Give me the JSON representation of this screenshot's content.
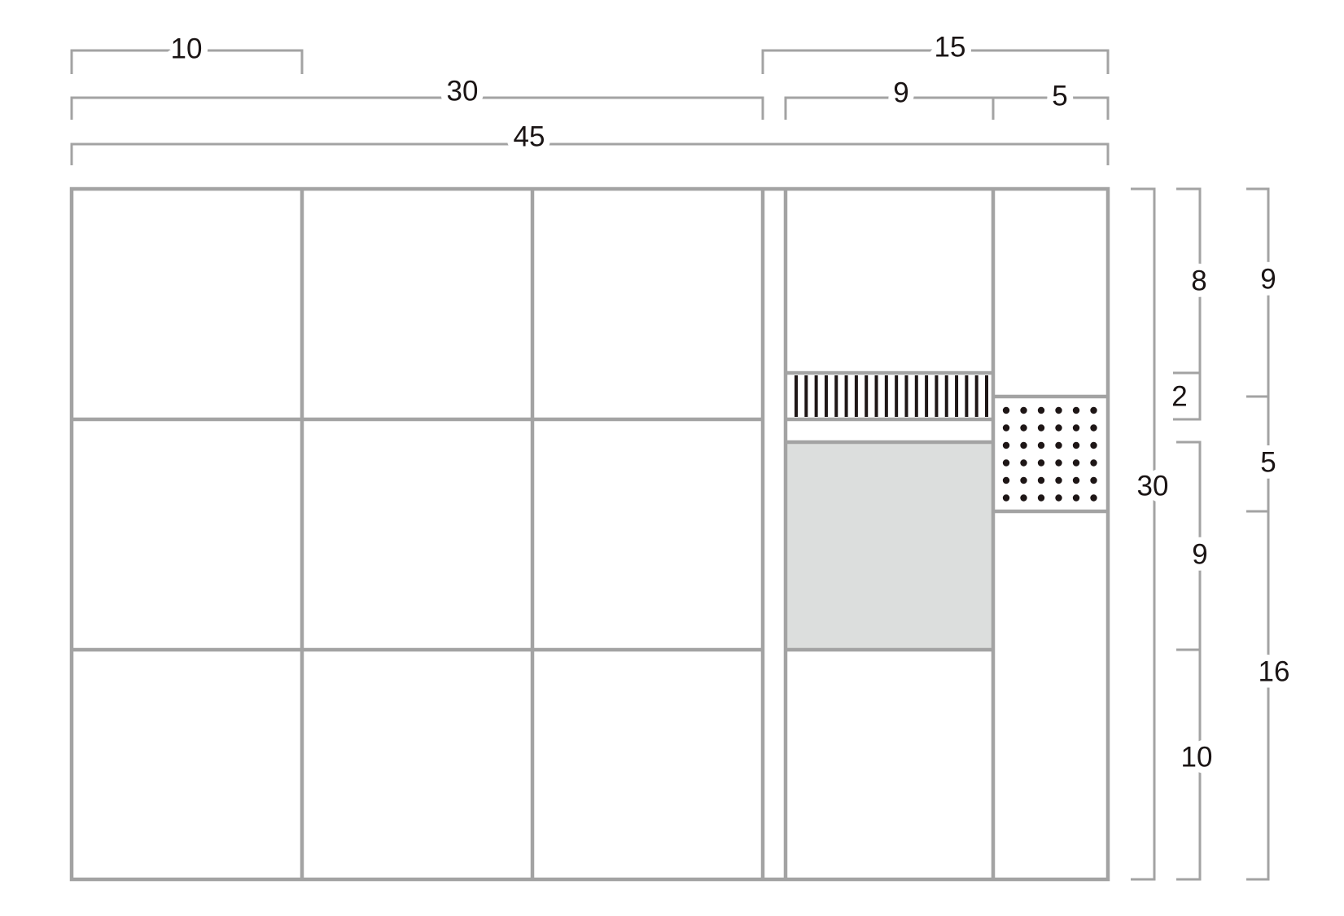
{
  "colors": {
    "line": "#a3a3a3",
    "fill_gray": "#dcdedd",
    "pattern": "#1e1616"
  },
  "top_dimensions": {
    "d10": "10",
    "d30": "30",
    "d45": "45",
    "d15": "15",
    "d9": "9",
    "d5": "5"
  },
  "right_dimensions": {
    "total": "30",
    "inner": {
      "d8": "8",
      "d2": "2",
      "d9": "9",
      "d10": "10"
    },
    "outer": {
      "d9": "9",
      "d5": "5",
      "d16": "16"
    }
  },
  "patterns": {
    "stripe_count": 20,
    "dot_rows": 6,
    "dot_cols": 6
  }
}
